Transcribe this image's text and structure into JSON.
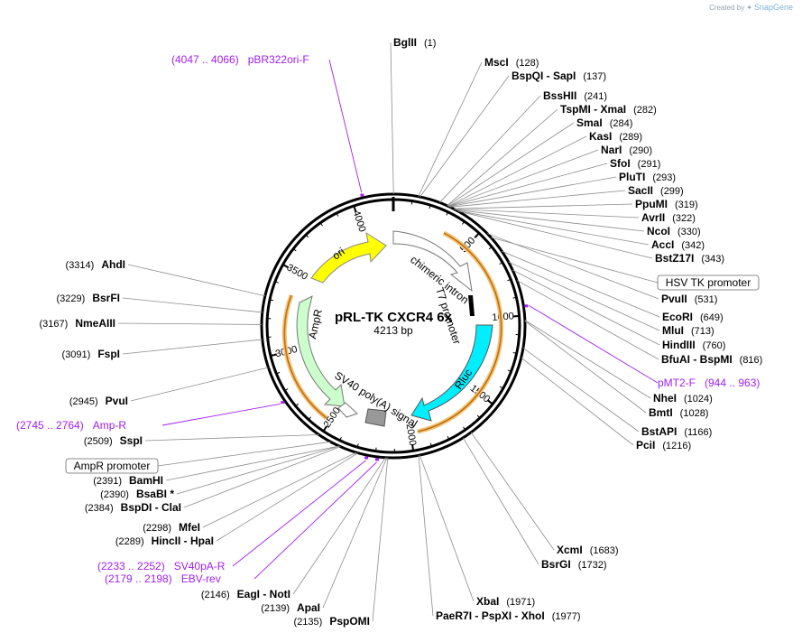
{
  "credit": {
    "prefix": "Created by",
    "brand": "SnapGene"
  },
  "plasmid": {
    "name": "pRL-TK CXCR4 6x",
    "length_label": "4213 bp",
    "length": 4213
  },
  "ticks": [
    "500",
    "1000",
    "1500",
    "2000",
    "2500",
    "3000",
    "3500",
    "4000"
  ],
  "enzymes": [
    {
      "name": "BglII",
      "pos": "(1)",
      "side": "right",
      "bp": 1
    },
    {
      "name": "MscI",
      "pos": "(128)",
      "side": "right",
      "bp": 128
    },
    {
      "name": "BspQI",
      "name2": "SapI",
      "pos": "(137)",
      "side": "right",
      "bp": 137
    },
    {
      "name": "BssHII",
      "pos": "(241)",
      "side": "right",
      "bp": 241
    },
    {
      "name": "TspMI",
      "name2": "XmaI",
      "pos": "(282)",
      "side": "right",
      "bp": 282
    },
    {
      "name": "SmaI",
      "pos": "(284)",
      "side": "right",
      "bp": 284
    },
    {
      "name": "KasI",
      "pos": "(289)",
      "side": "right",
      "bp": 289
    },
    {
      "name": "NarI",
      "pos": "(290)",
      "side": "right",
      "bp": 290
    },
    {
      "name": "SfoI",
      "pos": "(291)",
      "side": "right",
      "bp": 291
    },
    {
      "name": "PluTI",
      "pos": "(293)",
      "side": "right",
      "bp": 293
    },
    {
      "name": "SacII",
      "pos": "(299)",
      "side": "right",
      "bp": 299
    },
    {
      "name": "PpuMI",
      "pos": "(319)",
      "side": "right",
      "bp": 319
    },
    {
      "name": "AvrII",
      "pos": "(322)",
      "side": "right",
      "bp": 322
    },
    {
      "name": "NcoI",
      "pos": "(330)",
      "side": "right",
      "bp": 330
    },
    {
      "name": "AccI",
      "pos": "(342)",
      "side": "right",
      "bp": 342
    },
    {
      "name": "BstZ17I",
      "pos": "(343)",
      "side": "right",
      "bp": 343
    },
    {
      "name": "PvuII",
      "pos": "(531)",
      "side": "right",
      "bp": 531
    },
    {
      "name": "EcoRI",
      "pos": "(649)",
      "side": "right",
      "bp": 649
    },
    {
      "name": "MluI",
      "pos": "(713)",
      "side": "right",
      "bp": 713
    },
    {
      "name": "HindIII",
      "pos": "(760)",
      "side": "right",
      "bp": 760
    },
    {
      "name": "BfuAI",
      "name2": "BspMI",
      "pos": "(816)",
      "side": "right",
      "bp": 816
    },
    {
      "name": "NheI",
      "pos": "(1024)",
      "side": "right",
      "bp": 1024
    },
    {
      "name": "BmtI",
      "pos": "(1028)",
      "side": "right",
      "bp": 1028
    },
    {
      "name": "BstAPI",
      "pos": "(1166)",
      "side": "right",
      "bp": 1166
    },
    {
      "name": "PciI",
      "pos": "(1216)",
      "side": "right",
      "bp": 1216
    },
    {
      "name": "XcmI",
      "pos": "(1683)",
      "side": "right",
      "bp": 1683
    },
    {
      "name": "BsrGI",
      "pos": "(1732)",
      "side": "right",
      "bp": 1732
    },
    {
      "name": "XbaI",
      "pos": "(1971)",
      "side": "right",
      "bp": 1971
    },
    {
      "name": "PaeR7I",
      "name2": "PspXI",
      "name3": "XhoI",
      "pos": "(1977)",
      "side": "right",
      "bp": 1977
    },
    {
      "name": "AhdI",
      "pos": "(3314)",
      "side": "left",
      "bp": 3314
    },
    {
      "name": "BsrFI",
      "pos": "(3229)",
      "side": "left",
      "bp": 3229
    },
    {
      "name": "NmeAIII",
      "pos": "(3167)",
      "side": "left",
      "bp": 3167
    },
    {
      "name": "FspI",
      "pos": "(3091)",
      "side": "left",
      "bp": 3091
    },
    {
      "name": "PvuI",
      "pos": "(2945)",
      "side": "left",
      "bp": 2945
    },
    {
      "name": "SspI",
      "pos": "(2509)",
      "side": "left",
      "bp": 2509
    },
    {
      "name": "BamHI",
      "pos": "(2391)",
      "side": "left",
      "bp": 2391
    },
    {
      "name": "BsaBI *",
      "pos": "(2390)",
      "side": "left",
      "bp": 2390
    },
    {
      "name": "BspDI",
      "name2": "ClaI",
      "pos": "(2384)",
      "side": "left",
      "bp": 2384
    },
    {
      "name": "MfeI",
      "pos": "(2298)",
      "side": "left",
      "bp": 2298
    },
    {
      "name": "HincII",
      "name2": "HpaI",
      "pos": "(2289)",
      "side": "left",
      "bp": 2289
    },
    {
      "name": "EagI",
      "name2": "NotI",
      "pos": "(2146)",
      "side": "left",
      "bp": 2146
    },
    {
      "name": "ApaI",
      "pos": "(2139)",
      "side": "left",
      "bp": 2139
    },
    {
      "name": "PspOMI",
      "pos": "(2135)",
      "side": "left",
      "bp": 2135
    }
  ],
  "primers": [
    {
      "range": "(4047 .. 4066)",
      "name": "pBR322ori-F"
    },
    {
      "range": "(944 .. 963)",
      "name": "pMT2-F"
    },
    {
      "range": "(2745 .. 2764)",
      "name": "Amp-R"
    },
    {
      "range": "(2233 .. 2252)",
      "name": "SV40pA-R"
    },
    {
      "range": "(2179 .. 2198)",
      "name": "EBV-rev"
    }
  ],
  "boxed_labels": [
    "HSV TK promoter",
    "AmpR promoter"
  ],
  "features": [
    {
      "name": "ori",
      "color": "#ffff00"
    },
    {
      "name": "chimeric intron",
      "color": "#ffffff"
    },
    {
      "name": "T7 promoter",
      "color": "#000000"
    },
    {
      "name": "Rluc",
      "color": "#00eeff"
    },
    {
      "name": "SV40 poly(A) signal",
      "color": "#999999"
    },
    {
      "name": "AmpR",
      "color": "#ccffcc"
    }
  ],
  "colors": {
    "primer": "#a020f0",
    "orf": "#e8a020",
    "backbone": "#000000"
  }
}
